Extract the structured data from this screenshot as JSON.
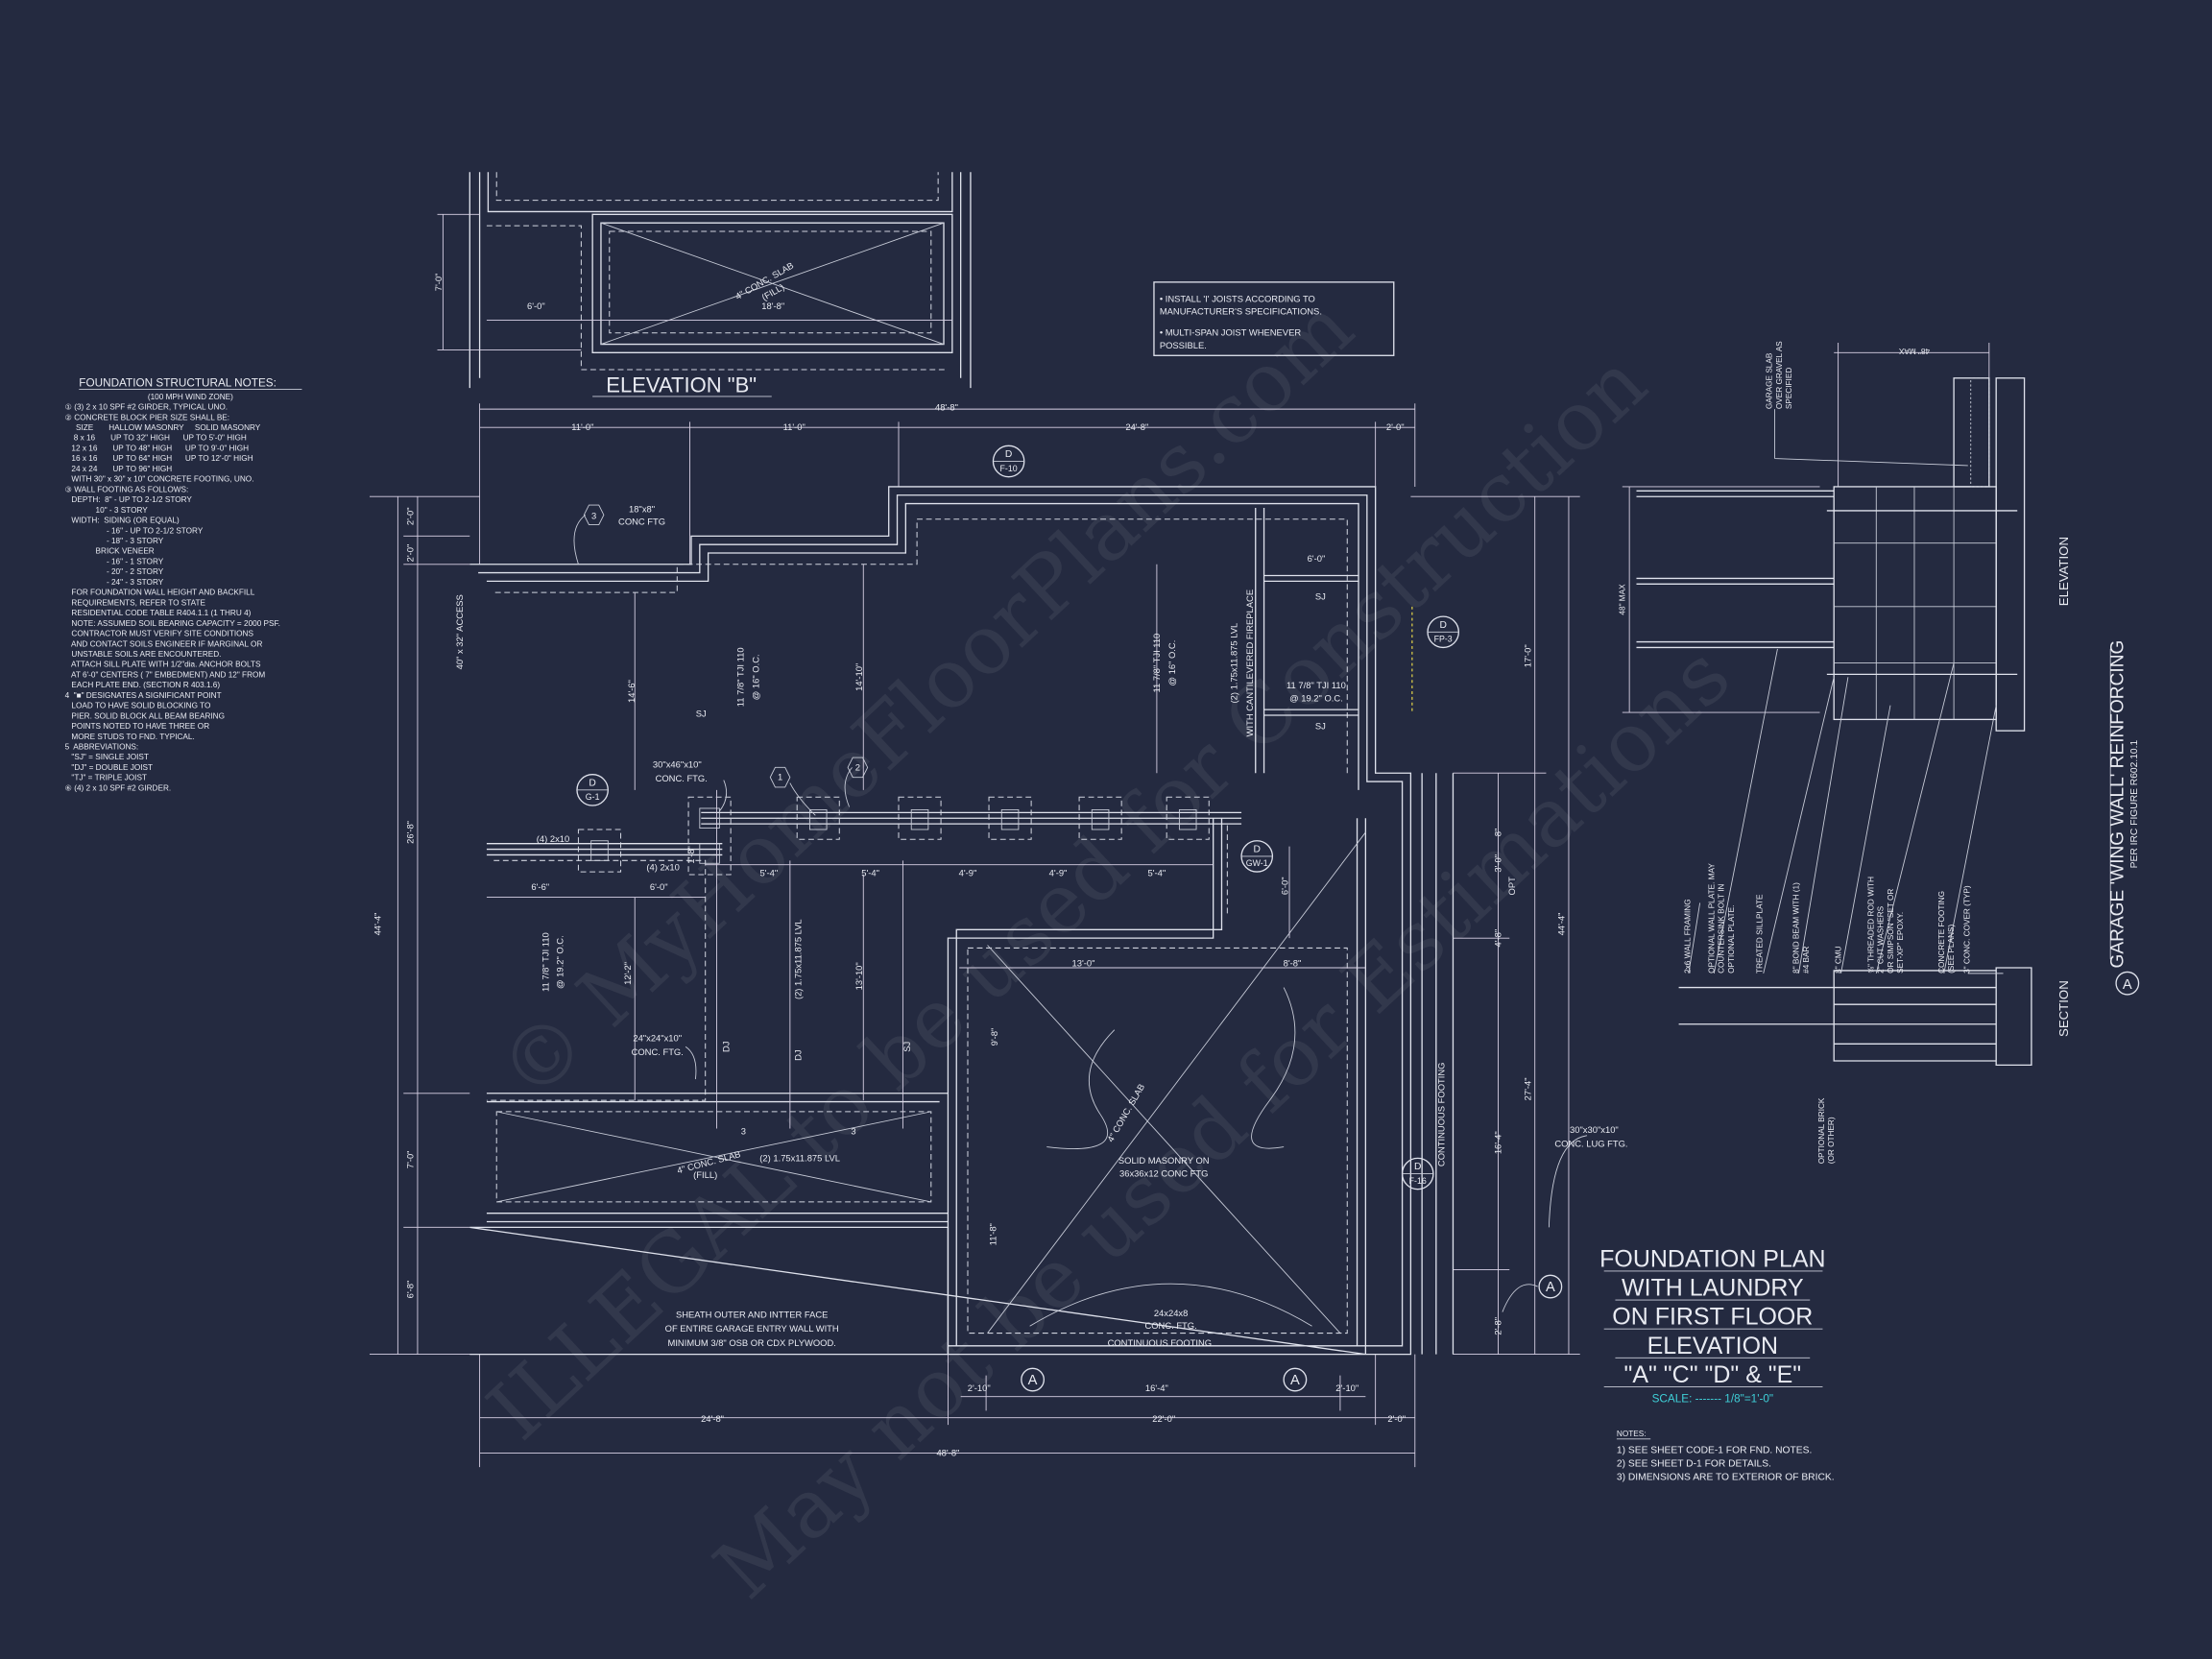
{
  "colors": {
    "background": "#242a40",
    "linework": "#dfe2ec",
    "scale_text": "#3fd0d8",
    "fireplace_marker": "#e8d84a"
  },
  "watermarks": [
    "© MyHomeFloorPlans.com",
    "ILLEGAL to be used for Construction",
    "May not be used for Estimations"
  ],
  "structural_notes": {
    "title": "FOUNDATION STRUCTURAL NOTES:",
    "lines": [
      "(100 MPH WIND ZONE)",
      "① (3) 2 x 10 SPF #2 GIRDER, TYPICAL UNO.",
      "② CONCRETE BLOCK PIER SIZE SHALL BE:",
      "     SIZE       HALLOW MASONRY     SOLID MASONRY",
      "    8 x 16       UP TO 32\" HIGH      UP TO 5'-0\" HIGH",
      "   12 x 16       UP TO 48\" HIGH      UP TO 9'-0\" HIGH",
      "   16 x 16       UP TO 64\" HIGH      UP TO 12'-0\" HIGH",
      "   24 x 24       UP TO 96\" HIGH",
      "   WITH 30\" x 30\" x 10\" CONCRETE FOOTING, UNO.",
      "③ WALL FOOTING AS FOLLOWS:",
      "   DEPTH:  8\" - UP TO 2-1/2 STORY",
      "              10\" - 3 STORY",
      "   WIDTH:  SIDING (OR EQUAL)",
      "                   - 16\" - UP TO 2-1/2 STORY",
      "                   - 18\" - 3 STORY",
      "              BRICK VENEER",
      "                   - 16\" - 1 STORY",
      "                   - 20\" - 2 STORY",
      "                   - 24\" - 3 STORY",
      "   FOR FOUNDATION WALL HEIGHT AND BACKFILL",
      "   REQUIREMENTS, REFER TO STATE",
      "   RESIDENTIAL CODE TABLE R404.1.1 (1 THRU 4)",
      "   NOTE: ASSUMED SOIL BEARING CAPACITY = 2000 PSF.",
      "   CONTRACTOR MUST VERIFY SITE CONDITIONS",
      "   AND CONTACT SOILS ENGINEER IF MARGINAL OR",
      "   UNSTABLE SOILS ARE ENCOUNTERED.",
      "   ATTACH SILL PLATE WITH 1/2\"dia. ANCHOR BOLTS",
      "   AT 6'-0\" CENTERS ( 7\" EMBEDMENT) AND 12\" FROM",
      "   EACH PLATE END. (SECTION R 403.1.6)",
      "4  \"■\" DESIGNATES A SIGNIFICANT POINT",
      "   LOAD TO HAVE SOLID BLOCKING TO",
      "   PIER. SOLID BLOCK ALL BEAM BEARING",
      "   POINTS NOTED TO HAVE THREE OR",
      "   MORE STUDS TO FND. TYPICAL.",
      "5  ABBREVIATIONS:",
      "   \"SJ\" = SINGLE JOIST",
      "   \"DJ\" = DOUBLE JOIST",
      "   \"TJ\" = TRIPLE JOIST",
      "⑥ (4) 2 x 10 SPF #2 GIRDER."
    ]
  },
  "joist_note": [
    "• INSTALL 'I' JOISTS ACCORDING TO",
    "  MANUFACTURER'S SPECIFICATIONS.",
    "• MULTI-SPAN JOIST WHENEVER",
    "  POSSIBLE."
  ],
  "plan": {
    "labels": {
      "eb_7_0": "7'-0\"",
      "eb_6_0": "6'-0\"",
      "eb_slab": "4\" CONC. SLAB",
      "eb_fill": "(FILL)",
      "eb_18_8": "18'-8\"",
      "eb_title": "ELEVATION \"B\"",
      "top_48_8": "48'-8\"",
      "top_11_0a": "11'-0\"",
      "top_11_0b": "11'-0\"",
      "top_24_8": "24'-8\"",
      "top_2_0": "2'-0\"",
      "ftg18_a": "18\"x8\"",
      "ftg18_b": "CONC FTG",
      "hex3": "3",
      "access": "40\" x 32\" ACCESS",
      "d14_6": "14'-6\"",
      "sj1": "SJ",
      "tji1a": "11 7/8\" TJI 110",
      "tji1b": "@ 16\" O.C.",
      "d14_10": "14'-10\"",
      "tji2a": "11 7/8\" TJI 110",
      "tji2b": "@ 16\" O.C.",
      "lvl_fp_a": "(2) 1.75x11.875 LVL",
      "lvl_fp_b": "WITH CANTILEVERED FIREPLACE",
      "fp_6_0": "6'-0\"",
      "fp_sj1": "SJ",
      "fp_tji_a": "11 7/8\" TJI 110",
      "fp_tji_b": "@ 19.2\" O.C.",
      "fp_sj2": "SJ",
      "ftg30_a": "30\"x46\"x10\"",
      "ftg30_b": "CONC. FTG.",
      "hex1": "1",
      "hex2": "2",
      "g2x10a": "(4) 2x10",
      "g2x10b": "(4) 2x10",
      "d1_8": "1'-8\"",
      "d6_6": "6'-6\"",
      "d6_0": "6'-0\"",
      "s5_4a": "5'-4\"",
      "s5_4b": "5'-4\"",
      "s4_9a": "4'-9\"",
      "s4_9b": "4'-9\"",
      "s5_4c": "5'-4\"",
      "gw_6_0": "6'-0\"",
      "tji3a": "11 7/8\" TJI 110",
      "tji3b": "@ 19.2\" O.C.",
      "d12_2": "12'-2\"",
      "d13_10": "13'-10\"",
      "lvl2": "(2) 1.75x11.875 LVL",
      "d13_0": "13'-0\"",
      "d8_8": "8'-8\"",
      "d9_8": "9'-8\"",
      "ftg24_a": "24\"x24\"x10\"",
      "ftg24_b": "CONC. FTG.",
      "dj1": "DJ",
      "dj2": "DJ",
      "sj3": "SJ",
      "n3a": "3",
      "n3b": "3",
      "slab2": "4\" CONC. SLAB",
      "lvl3": "(2) 1.75x11.875 LVL",
      "fill2": "(FILL)",
      "slab3": "4\" CONC. SLAB",
      "masonry_a": "SOLID MASONRY ON",
      "masonry_b": "36x36x12 CONC FTG",
      "cont_ftg_v": "CONTINUOUS FOOTING",
      "lug_a": "30\"x30\"x10\"",
      "lug_b": "CONC. LUG FTG.",
      "d11_8": "11'-8\"",
      "sheath_a": "SHEATH OUTER AND INTTER FACE",
      "sheath_b": "OF ENTIRE GARAGE ENTRY WALL WITH",
      "sheath_c": "MINIMUM 3/8\" OSB OR CDX PLYWOOD.",
      "ftg24x8_a": "24x24x8",
      "ftg24x8_b": "CONC. FTG.",
      "cont_ftg_h": "CONTINUOUS FOOTING",
      "b2_10a": "2'-10\"",
      "b16_4": "16'-4\"",
      "b2_10b": "2'-10\"",
      "b24_8": "24'-8\"",
      "b22_0": "22'-0\"",
      "b2_0": "2'-0\"",
      "b48_8": "48'-8\"",
      "l2_0a": "2'-0\"",
      "l2_0b": "2'-0\"",
      "l26_8": "26'-8\"",
      "l44_4": "44'-4\"",
      "l7_0": "7'-0\"",
      "l6_8": "6'-8\"",
      "r17_0": "17'-0\"",
      "r44_4": "44'-4\"",
      "r27_4": "27'-4\"",
      "r8": "8\"",
      "r3_0": "3'-0\"",
      "ropt": "OPT",
      "r4_8": "4'-8\"",
      "r16_4": "16'-4\"",
      "r2_8": "2'-8\""
    },
    "detail_callouts": [
      {
        "letter": "D",
        "sheet": "F-10"
      },
      {
        "letter": "D",
        "sheet": "FP-3"
      },
      {
        "letter": "D",
        "sheet": "G-1"
      },
      {
        "letter": "D",
        "sheet": "GW-1"
      },
      {
        "letter": "D",
        "sheet": "F-16"
      }
    ],
    "section_marks": [
      "A",
      "A",
      "A"
    ]
  },
  "wing_wall_detail": {
    "labels": {
      "slab": [
        "GARAGE SLAB",
        "OVER GRAVEL AS",
        "SPECIFIED"
      ],
      "max_top": "48\" MAX",
      "max_left": "48\" MAX",
      "framing": [
        "2x6 WALL FRAMING"
      ],
      "wall_plate": [
        "OPTIONAL WALL PLATE. MAY",
        "COUNTERSINK BOLT IN",
        "OPTIONAL PLATE."
      ],
      "sill": [
        "TREATED SILLPLATE"
      ],
      "bond_beam": [
        "8\" BOND BEAM WITH (1)",
        "#4 BAR"
      ],
      "cmu": [
        "8\" CMU"
      ],
      "rod": [
        "⅝\" THREADED ROD WITH",
        "2\" CUT WASHERS",
        "OR SIMPSON \"SET OR",
        "SET-XP\" EPOXY."
      ],
      "footing": [
        "CONCRETE FOOTING",
        "(SEE PLANS)"
      ],
      "cover": [
        "3\" CONC. COVER (TYP)"
      ],
      "brick": [
        "OPTIONAL BRICK",
        "(OR OTHER)"
      ]
    },
    "elevation_label": "ELEVATION",
    "section_label": "SECTION",
    "title": "GARAGE 'WING WALL' REINFORCING",
    "subtitle": "PER IRC FIGURE R602.10.1",
    "mark": "A"
  },
  "title_block": {
    "lines": [
      "FOUNDATION PLAN",
      "WITH LAUNDRY",
      "ON FIRST FLOOR",
      "ELEVATION",
      "\"A\" \"C\" \"D\" & \"E\""
    ],
    "scale": "SCALE: ------- 1/8\"=1'-0\"",
    "notes_title": "NOTES:",
    "notes": [
      "1)  SEE SHEET CODE-1 FOR FND. NOTES.",
      "2)  SEE SHEET D-1 FOR DETAILS.",
      "3)  DIMENSIONS ARE TO EXTERIOR OF BRICK."
    ]
  }
}
